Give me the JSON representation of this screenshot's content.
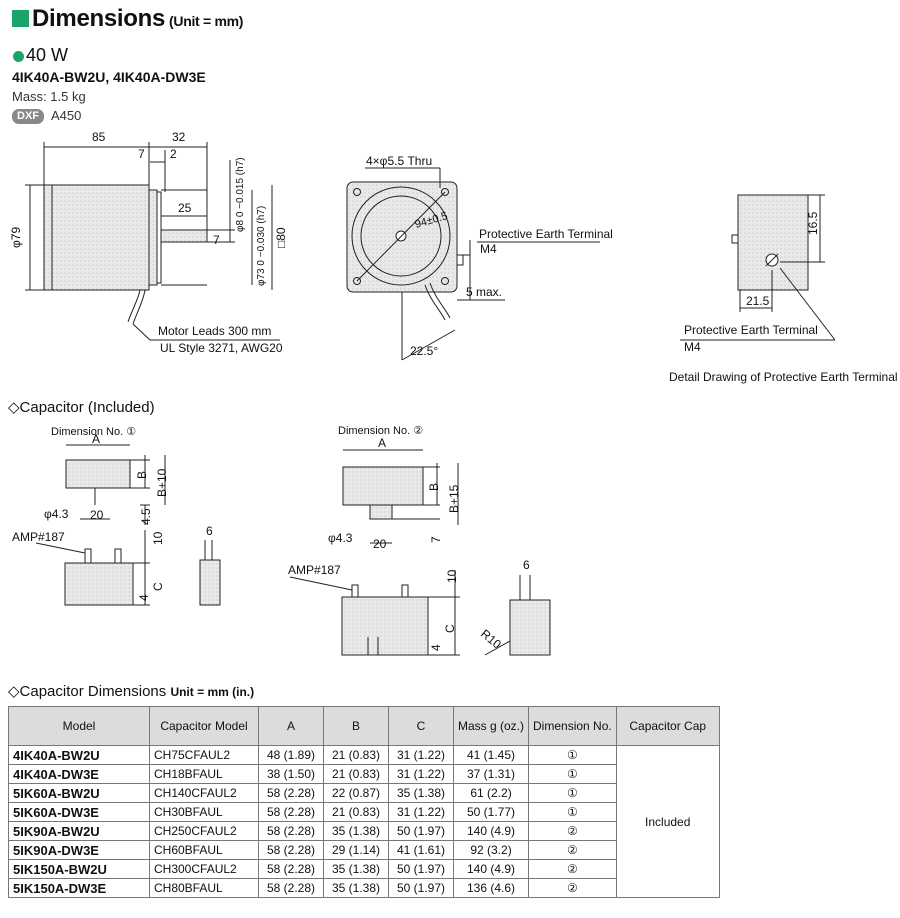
{
  "header": {
    "title": "Dimensions",
    "unit": "(Unit = mm)"
  },
  "product": {
    "power": "40 W",
    "models": "4IK40A-BW2U, 4IK40A-DW3E",
    "mass": "Mass: 1.5 kg",
    "dxf_badge": "DXF",
    "dxf_code": "A450"
  },
  "motor_drawing": {
    "dim_85": "85",
    "dim_32": "32",
    "dim_7a": "7",
    "dim_2": "2",
    "dim_25": "25",
    "dim_7b": "7",
    "phi79": "φ79",
    "shaft_dia": "φ8 0 −0.015 (h7)",
    "pilot_dia": "φ73 0 −0.030 (h7)",
    "square": "□80",
    "leads_1": "Motor Leads 300 mm",
    "leads_2": "UL Style 3271, AWG20",
    "holes": "4×φ5.5 Thru",
    "pcd": "94±0.5",
    "pet_1": "Protective Earth Terminal",
    "pet_2": "M4",
    "max5": "5 max.",
    "angle": "22.5°"
  },
  "detail_drawing": {
    "dim_165": "16.5",
    "dim_215": "21.5",
    "pet_1": "Protective Earth Terminal",
    "pet_2": "M4",
    "caption": "Detail Drawing of Protective Earth Terminal"
  },
  "capacitor_section": {
    "title": "◇Capacitor (Included)"
  },
  "cap1": {
    "label": "Dimension No. ①",
    "A": "A",
    "B": "B",
    "B10": "B+10",
    "phi43": "φ4.3",
    "d20": "20",
    "d45": "4.5",
    "amp": "AMP#187",
    "d10": "10",
    "C": "C",
    "d4": "4",
    "d6": "6"
  },
  "cap2": {
    "label": "Dimension No. ②",
    "A": "A",
    "B": "B",
    "B15": "B+15",
    "phi43": "φ4.3",
    "d20": "20",
    "d7": "7",
    "amp": "AMP#187",
    "d10": "10",
    "C": "C",
    "d4": "4",
    "d6": "6",
    "r10": "R10"
  },
  "cap_dims": {
    "title": "◇Capacitor Dimensions",
    "unit": "Unit = mm (in.)",
    "headers": [
      "Model",
      "Capacitor Model",
      "A",
      "B",
      "C",
      "Mass g (oz.)",
      "Dimension No.",
      "Capacitor Cap"
    ],
    "rows": [
      [
        "4IK40A-BW2U",
        "CH75CFAUL2",
        "48 (1.89)",
        "21 (0.83)",
        "31 (1.22)",
        "41 (1.45)",
        "①"
      ],
      [
        "4IK40A-DW3E",
        "CH18BFAUL",
        "38 (1.50)",
        "21 (0.83)",
        "31 (1.22)",
        "37 (1.31)",
        "①"
      ],
      [
        "5IK60A-BW2U",
        "CH140CFAUL2",
        "58 (2.28)",
        "22 (0.87)",
        "35 (1.38)",
        "61 (2.2)",
        "①"
      ],
      [
        "5IK60A-DW3E",
        "CH30BFAUL",
        "58 (2.28)",
        "21 (0.83)",
        "31 (1.22)",
        "50 (1.77)",
        "①"
      ],
      [
        "5IK90A-BW2U",
        "CH250CFAUL2",
        "58 (2.28)",
        "35 (1.38)",
        "50 (1.97)",
        "140 (4.9)",
        "②"
      ],
      [
        "5IK90A-DW3E",
        "CH60BFAUL",
        "58 (2.28)",
        "29 (1.14)",
        "41 (1.61)",
        "92 (3.2)",
        "②"
      ],
      [
        "5IK150A-BW2U",
        "CH300CFAUL2",
        "58 (2.28)",
        "35 (1.38)",
        "50 (1.97)",
        "140 (4.9)",
        "②"
      ],
      [
        "5IK150A-DW3E",
        "CH80BFAUL",
        "58 (2.28)",
        "35 (1.38)",
        "50 (1.97)",
        "136 (4.6)",
        "②"
      ]
    ],
    "cap_value": "Included"
  }
}
